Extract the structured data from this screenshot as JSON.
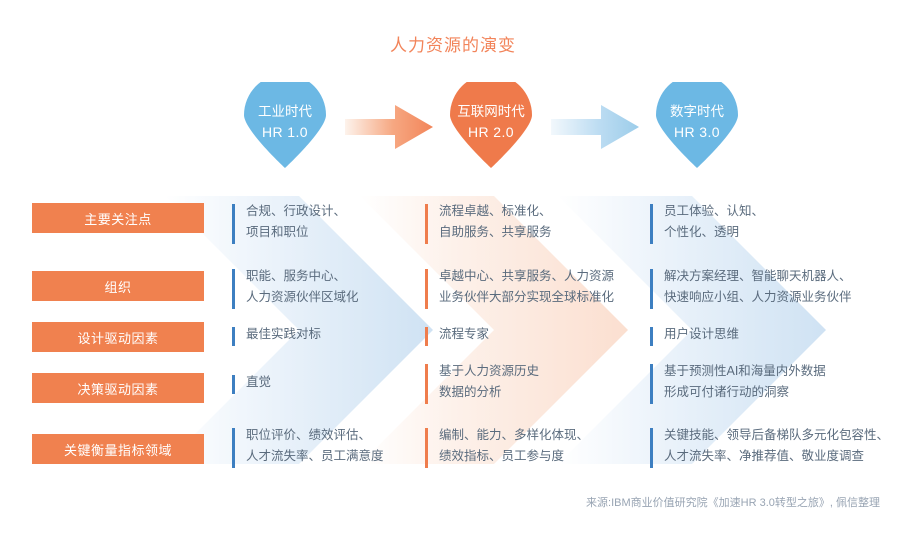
{
  "title": "人力资源的演变",
  "colors": {
    "accent_orange": "#f0814f",
    "accent_blue": "#6cb8e4",
    "bar_blue": "#3d7fc1",
    "bar_orange": "#ef7d4d",
    "title_orange": "#f2845a",
    "body_text": "#5a6b7d",
    "source_text": "#98a4b3"
  },
  "timeline": {
    "pins": [
      {
        "era": "工业时代",
        "version": "HR 1.0",
        "color": "#6cb8e4"
      },
      {
        "era": "互联网时代",
        "version": "HR 2.0",
        "color": "#ef7a4b"
      },
      {
        "era": "数字时代",
        "version": "HR 3.0",
        "color": "#6cb8e4"
      }
    ],
    "connectors": [
      {
        "name": "arrow-1",
        "from_color": "#fdf0e8",
        "to_color": "#f3926a"
      },
      {
        "name": "arrow-2",
        "from_color": "#eef6fc",
        "to_color": "#a6d3ef"
      }
    ]
  },
  "rows": [
    {
      "label": "主要关注点",
      "cells": [
        {
          "bar": "blue",
          "text": "合规、行政设计、\n项目和职位"
        },
        {
          "bar": "orange",
          "text": "流程卓越、标准化、\n自助服务、共享服务"
        },
        {
          "bar": "blue",
          "text": "员工体验、认知、\n个性化、透明"
        }
      ]
    },
    {
      "label": "组织",
      "cells": [
        {
          "bar": "blue",
          "text": "职能、服务中心、\n人力资源伙伴区域化"
        },
        {
          "bar": "orange",
          "text": "卓越中心、共享服务、人力资源\n业务伙伴大部分实现全球标准化"
        },
        {
          "bar": "blue",
          "text": "解决方案经理、智能聊天机器人、\n快速响应小组、人力资源业务伙伴"
        }
      ]
    },
    {
      "label": "设计驱动因素",
      "cells": [
        {
          "bar": "blue",
          "text": "最佳实践对标"
        },
        {
          "bar": "orange",
          "text": "流程专家"
        },
        {
          "bar": "blue",
          "text": "用户设计思维"
        }
      ]
    },
    {
      "label": "决策驱动因素",
      "cells": [
        {
          "bar": "blue",
          "text": "直觉"
        },
        {
          "bar": "orange",
          "text": "基于人力资源历史\n数据的分析"
        },
        {
          "bar": "blue",
          "text": "基于预测性AI和海量内外数据\n形成可付诸行动的洞察"
        }
      ]
    },
    {
      "label": "关键衡量指标领域",
      "cells": [
        {
          "bar": "blue",
          "text": "职位评价、绩效评估、\n人才流失率、员工满意度"
        },
        {
          "bar": "orange",
          "text": "编制、能力、多样化体现、\n绩效指标、员工参与度"
        },
        {
          "bar": "blue",
          "text": "关键技能、领导后备梯队多元化包容性、\n人才流失率、净推荐值、敬业度调查"
        }
      ]
    }
  ],
  "source": "来源:IBM商业价值研究院《加速HR 3.0转型之旅》, 佩信整理"
}
